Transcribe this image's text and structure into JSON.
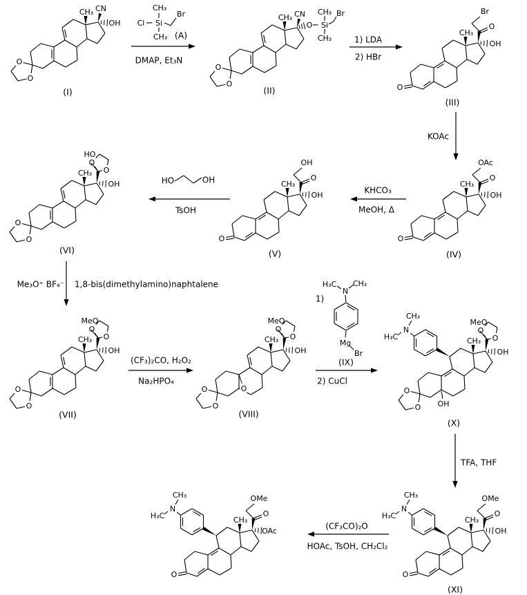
{
  "colors": {
    "background": "#ffffff",
    "line": "#000000"
  },
  "compounds": {
    "I": {
      "label": "(I)",
      "methyl": "CH₃",
      "top": "CN",
      "right": "OH",
      "o1": "O",
      "o2": "O"
    },
    "II": {
      "label": "(II)",
      "methyl": "CH₃",
      "top": "CN",
      "o_link": "O",
      "si": "Si",
      "si_me_top": "CH₃",
      "si_me_bot": "CH₃",
      "br": "Br",
      "o1": "O",
      "o2": "O"
    },
    "III": {
      "label": "(III)",
      "methyl": "CH₃",
      "top": "Br",
      "keto_o": "O",
      "right": "OH",
      "c3_o": "O"
    },
    "IV": {
      "label": "(IV)",
      "methyl": "CH₃",
      "top": "OAc",
      "keto_o": "O",
      "right": "OH",
      "c3_o": "O"
    },
    "V": {
      "label": "(V)",
      "methyl": "CH₃",
      "top": "OH",
      "keto_o": "O",
      "right": "OH",
      "c3_o": "O"
    },
    "VI": {
      "label": "(VI)",
      "methyl": "CH₃",
      "top": "HO",
      "right": "OH",
      "o1": "O",
      "o2": "O",
      "o3": "O",
      "o4": "O"
    },
    "VII": {
      "label": "(VII)",
      "methyl": "CH₃",
      "top": "MeO",
      "right": "OH",
      "o1": "O",
      "o2": "O",
      "o3": "O",
      "o4": "O"
    },
    "VIII": {
      "label": "(VIII)",
      "methyl": "CH₃",
      "top": "MeO",
      "right": "OH",
      "o1": "O",
      "o2": "O",
      "o3": "O",
      "o4": "O",
      "epoxide_o": "O"
    },
    "X": {
      "label": "(X)",
      "methyl": "CH₃",
      "top": "MeO",
      "right": "OH",
      "o1": "O",
      "o2": "O",
      "o3": "O",
      "o4": "O",
      "c5_oh": "OH",
      "n": "N",
      "n_me_right": "CH₃",
      "n_me_left": "H₃C"
    },
    "XI": {
      "label": "(XI)",
      "methyl": "CH₃",
      "top": "OMe",
      "keto_o": "O",
      "right": "OH",
      "c3_o": "O",
      "n": "N",
      "n_me_right": "CH₃",
      "n_me_left": "H₃C"
    },
    "final": {
      "label": "",
      "methyl": "CH₃",
      "top": "OMe",
      "keto_o": "O",
      "right": "OAc",
      "c3_o": "O",
      "n": "N",
      "n_me_right": "CH₃",
      "n_me_left": "H₃C"
    }
  },
  "steps": {
    "s1": {
      "below": "DMAP, Et₃N"
    },
    "s2": {
      "above": "1) LDA",
      "below": "2) HBr"
    },
    "s3": {
      "label": "KOAc"
    },
    "s4": {
      "above": "KHCO₃",
      "below": "MeOH, Δ"
    },
    "s5": {
      "below": "TsOH"
    },
    "s6": {
      "left": "Me₃O⁺ BF₄⁻",
      "right": "1,8-bis(dimethylamino)naphtalene"
    },
    "s7": {
      "above": "(CF₃)₂CO, H₂O₂",
      "below": "Na₂HPO₄"
    },
    "s8": {
      "pre": "1)",
      "below": "2) CuCl"
    },
    "s9": {
      "label": "TFA, THF"
    },
    "s10": {
      "above": "(CF₃CO)₂O",
      "below": "HOAc, TsOH, CH₂Cl₂"
    }
  },
  "reagents": {
    "A": {
      "cl": "Cl",
      "si": "Si",
      "me_top": "CH₃",
      "me_bot": "CH₃",
      "br": "Br",
      "tag": "(A)"
    },
    "glycol": {
      "ho": "HO",
      "oh": "OH"
    },
    "IX": {
      "me_left": "H₃C",
      "n": "N",
      "me_right": "CH₃",
      "mg": "Mg",
      "br": "Br",
      "tag": "(IX)"
    }
  }
}
